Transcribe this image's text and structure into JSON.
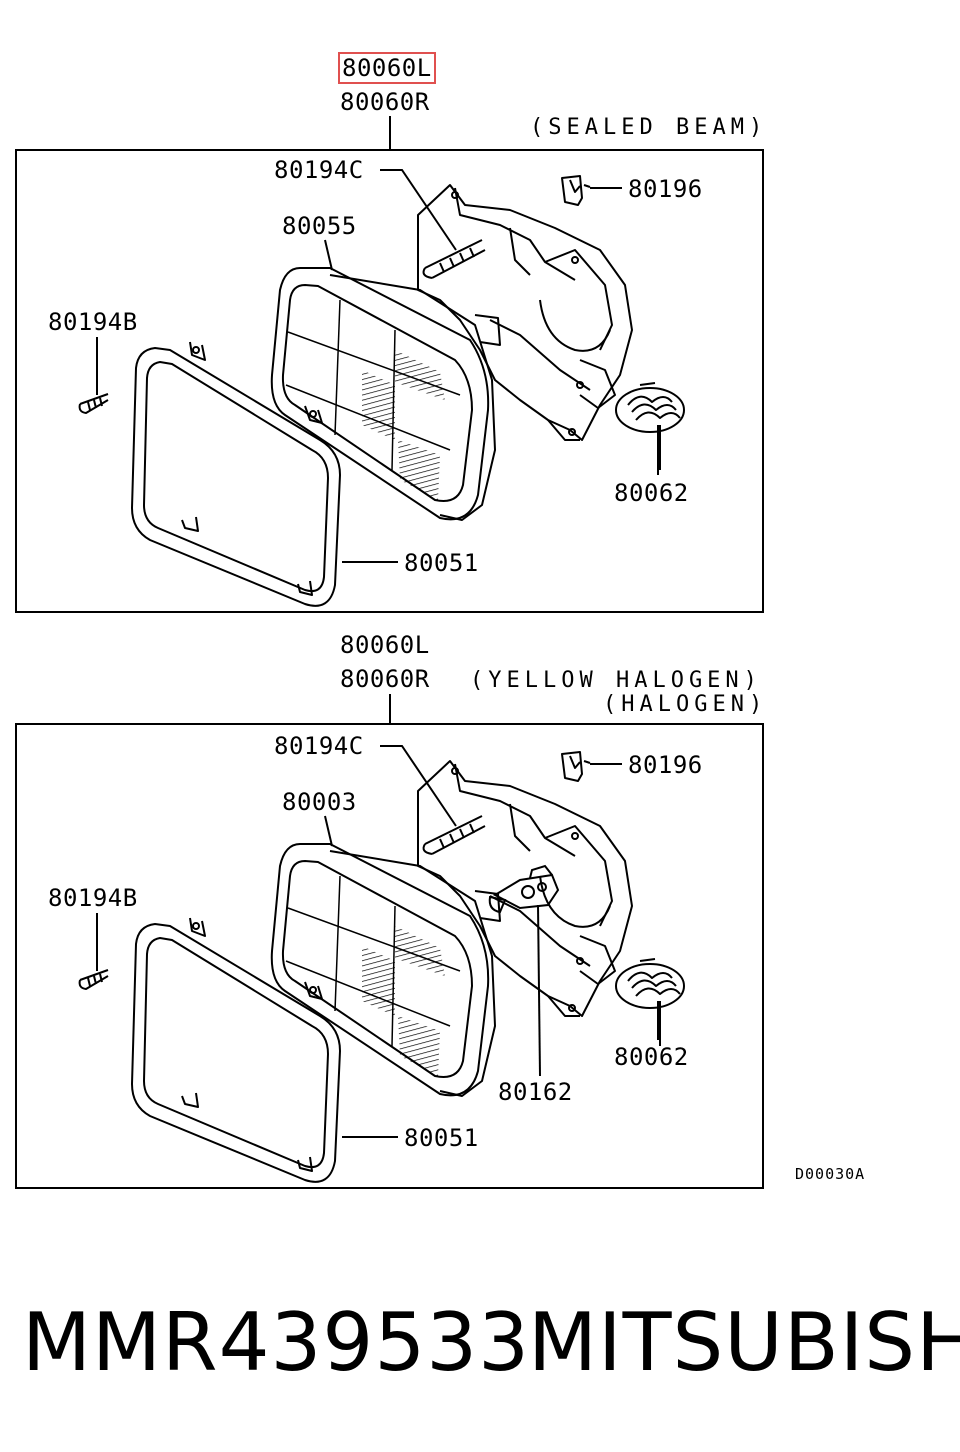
{
  "panels": [
    {
      "assembly_labels": [
        "80060L",
        "80060R"
      ],
      "highlighted": "80060L",
      "notes": [
        "(SEALED BEAM)"
      ],
      "parts": {
        "screw_top": "80194C",
        "lamp": "80055",
        "clip": "80196",
        "screw_left": "80194B",
        "spring": "80062",
        "ring": "80051"
      }
    },
    {
      "assembly_labels": [
        "80060L",
        "80060R"
      ],
      "notes": [
        "(YELLOW HALOGEN)",
        "(HALOGEN)"
      ],
      "parts": {
        "screw_top": "80194C",
        "lamp": "80003",
        "clip": "80196",
        "screw_left": "80194B",
        "spring": "80062",
        "bulb": "80162",
        "ring": "80051"
      }
    }
  ],
  "diagram_code": "D00030A",
  "footer": {
    "part_number": "MMR439533",
    "brand": "MITSUBISHI"
  },
  "colors": {
    "highlight": "#e0504f",
    "line": "#000000"
  }
}
